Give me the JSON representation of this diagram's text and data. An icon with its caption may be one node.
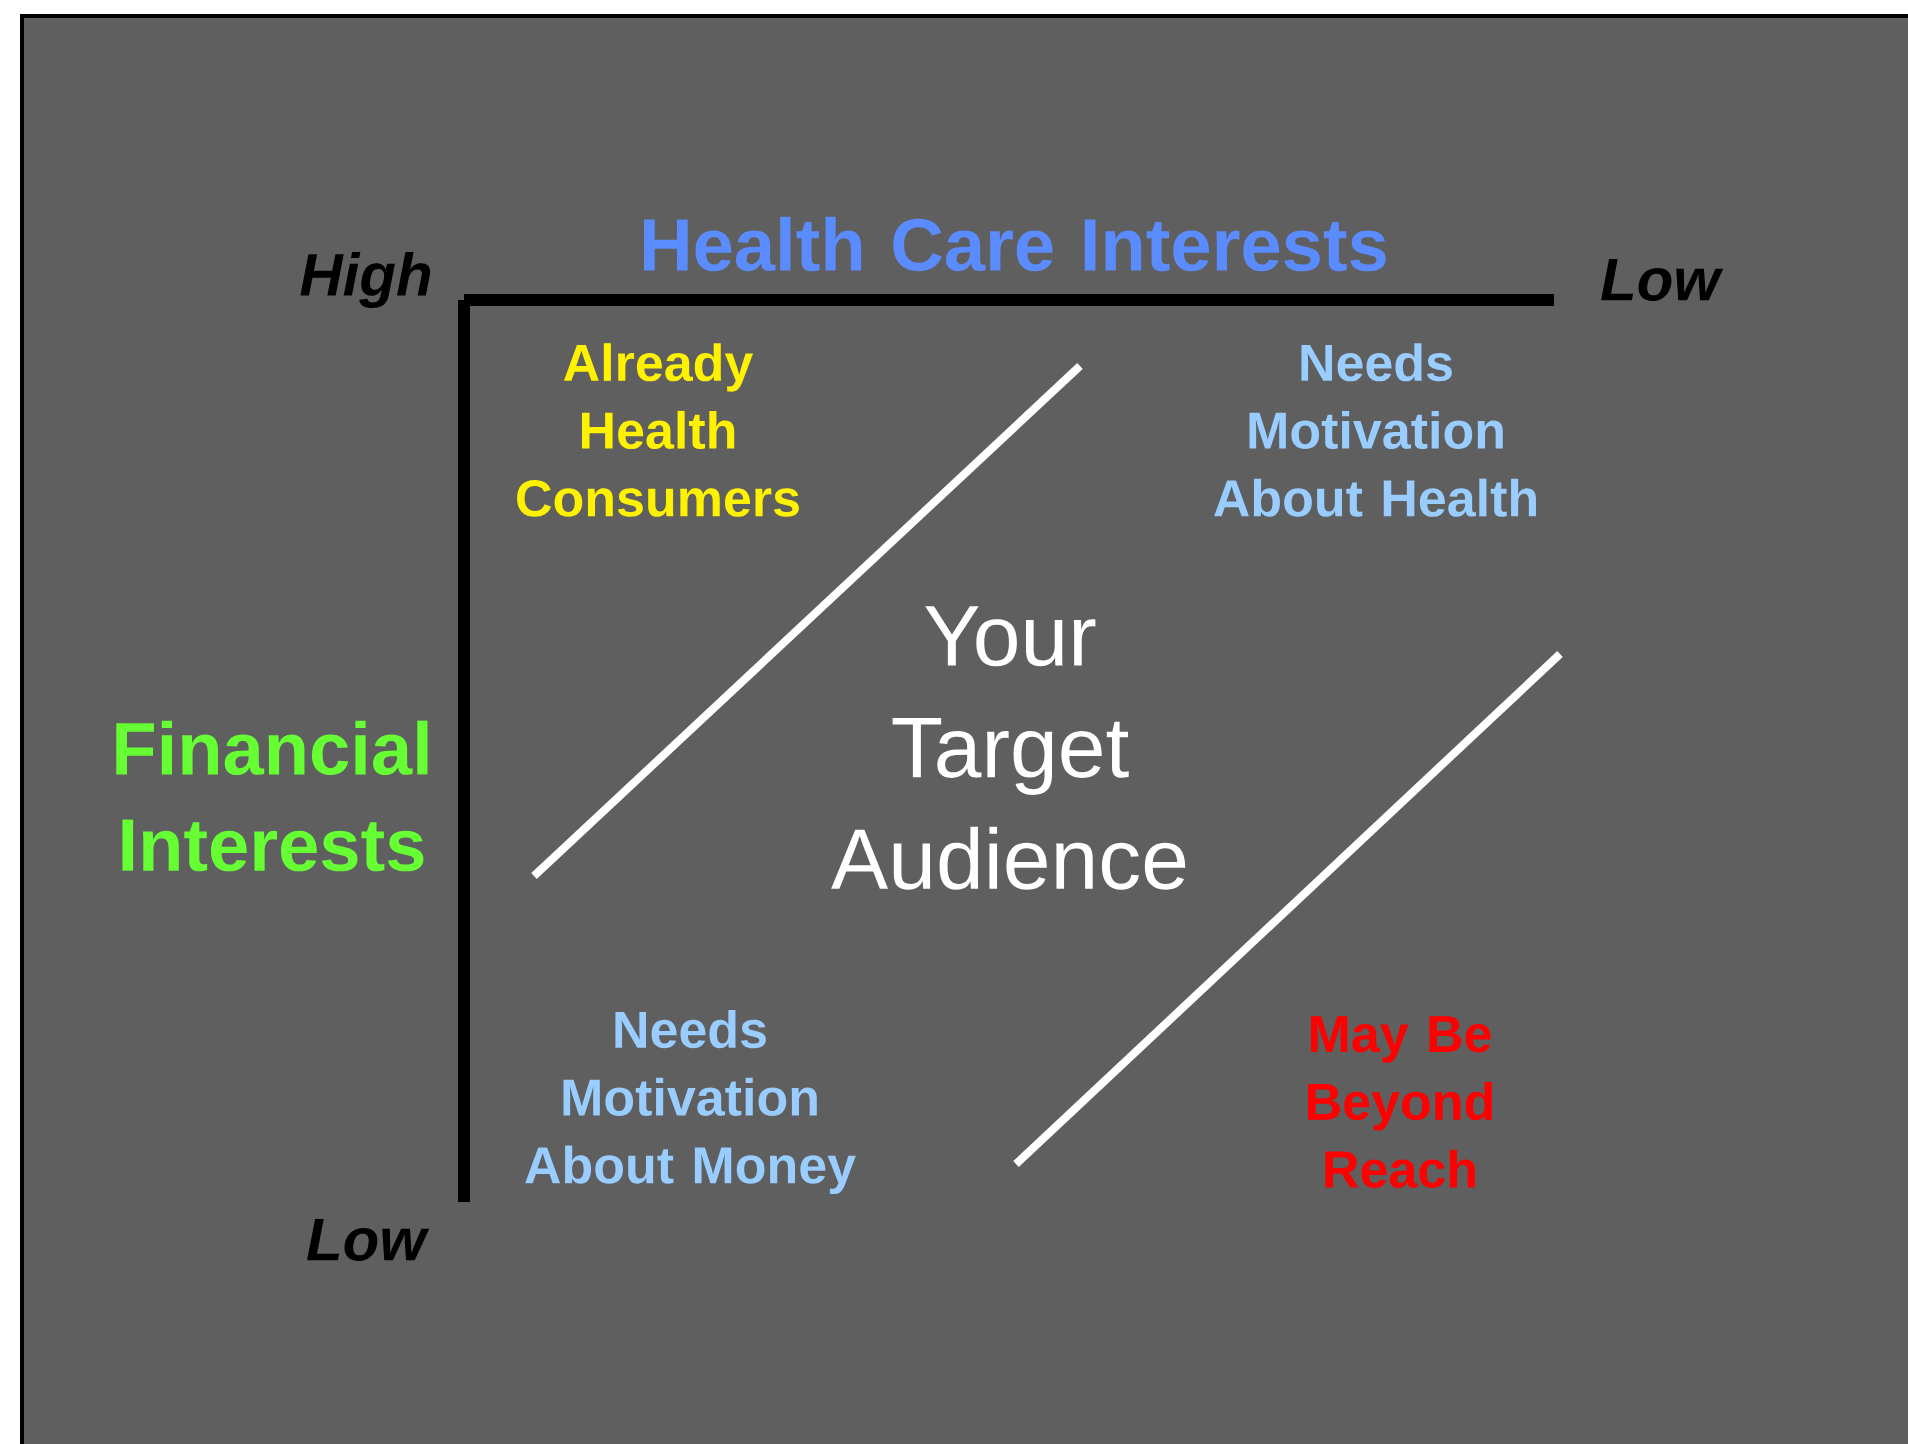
{
  "diagram": {
    "labels": [
      "Health Care Interests",
      "High",
      "Low",
      "Already Health Consumers",
      "Needs Motivation About Health",
      "Financial Interests",
      "Your Target Audience",
      "Needs Motivation About Money",
      "May Be Beyond Reach",
      "Low"
    ]
  }
}
